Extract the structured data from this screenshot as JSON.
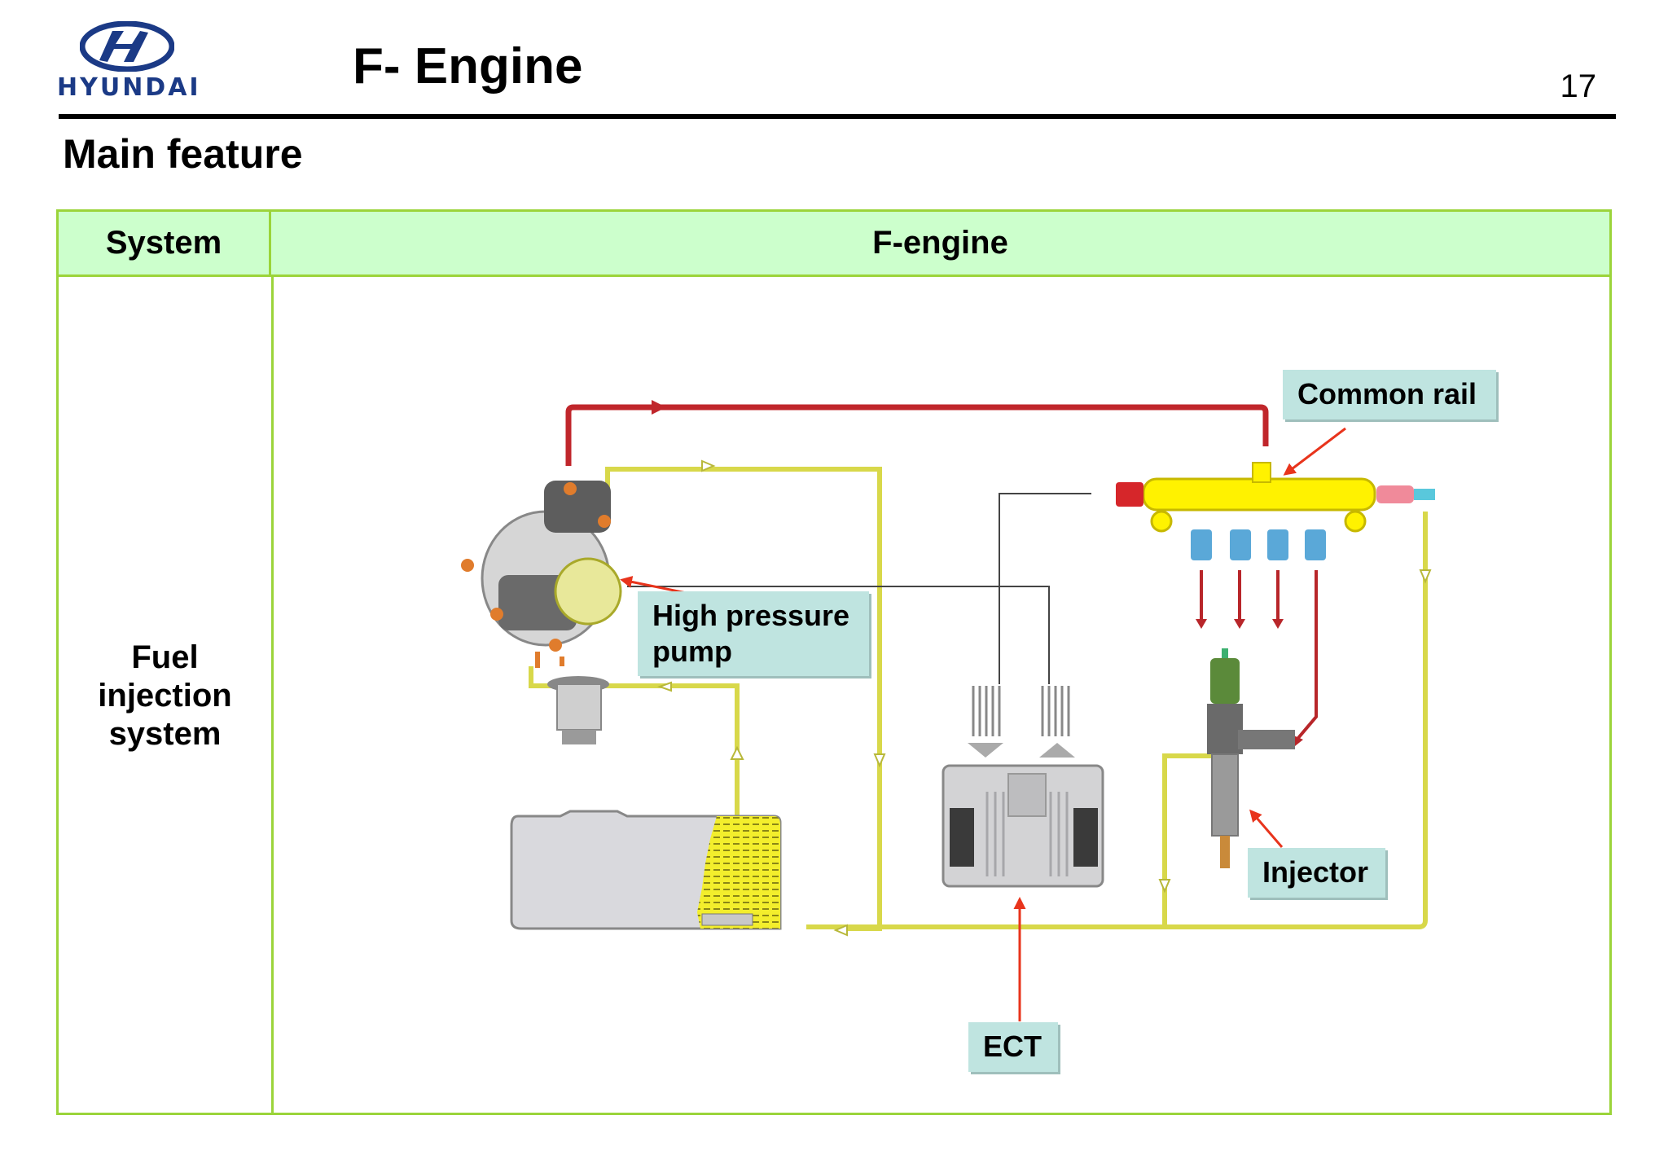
{
  "header": {
    "brand": "HYUNDAI",
    "title": "F- Engine",
    "page_number": "17"
  },
  "section": {
    "title": "Main feature"
  },
  "table": {
    "columns": [
      "System",
      "F-engine"
    ],
    "rows": [
      {
        "system": "Fuel injection system"
      }
    ]
  },
  "diagram": {
    "components": [
      "high-pressure-pump",
      "fuel-filter",
      "fuel-tank",
      "common-rail",
      "injector",
      "ecu"
    ],
    "callouts": {
      "common_rail": "Common rail",
      "high_pressure_pump": "High pressure pump",
      "injector": "Injector",
      "ect": "ECT"
    }
  },
  "colors": {
    "header_fill": "#ccffcc",
    "frame_border": "#9bd43a",
    "callout_fill": "#bfe4e0",
    "high_pressure_line": "#c0262b",
    "low_pressure_line": "#d8d84a",
    "rail_body": "#fff200",
    "leader_arrow": "#e8341c",
    "logo_blue": "#1b3a86"
  }
}
